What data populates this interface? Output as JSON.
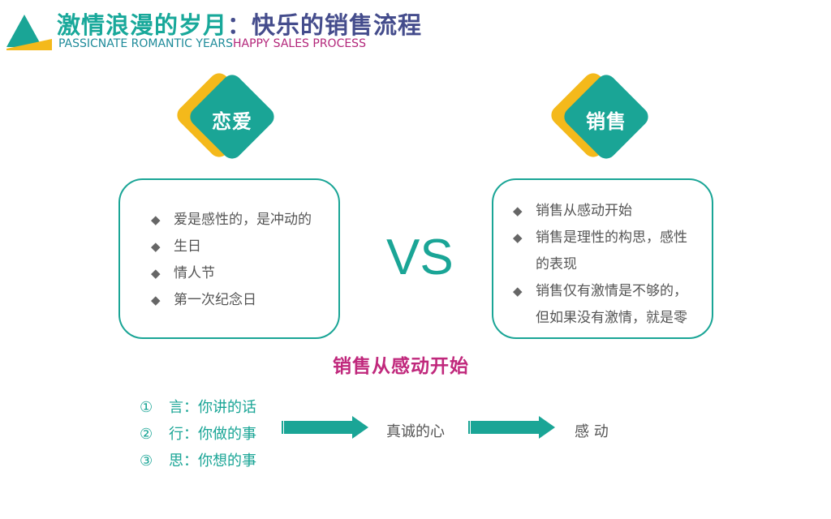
{
  "header": {
    "title_part1": "激情浪漫的岁月",
    "title_part2": "：快乐的销售流程",
    "subtitle_part1": "PASSICNATE ROMANTIC YEARS",
    "subtitle_part2": "HAPPY SALES PROCESS"
  },
  "left_panel": {
    "diamond_label": "恋爱",
    "items": [
      "爱是感性的，是冲动的",
      "生日",
      "情人节",
      "第一次纪念日"
    ]
  },
  "right_panel": {
    "diamond_label": "销售",
    "lines": [
      {
        "text": "销售从感动开始",
        "bullet": true
      },
      {
        "text": "销售是理性的构思，感性",
        "bullet": true
      },
      {
        "text": "的表现",
        "bullet": false
      },
      {
        "text": "销售仅有激情是不够的，",
        "bullet": true
      },
      {
        "text": "但如果没有激情，就是零",
        "bullet": false
      }
    ]
  },
  "vs_text": "VS",
  "headline": "销售从感动开始",
  "steps": [
    {
      "num": "①",
      "text": "言：你讲的话"
    },
    {
      "num": "②",
      "text": "行：你做的事"
    },
    {
      "num": "③",
      "text": "思：你想的事"
    }
  ],
  "flow": {
    "middle": "真诚的心",
    "end": "感 动"
  },
  "colors": {
    "teal": "#1aa596",
    "yellow": "#f4b91b",
    "magenta": "#c0287c",
    "navy": "#444c8c"
  },
  "bullet_icon": "diamond-bullet-icon"
}
